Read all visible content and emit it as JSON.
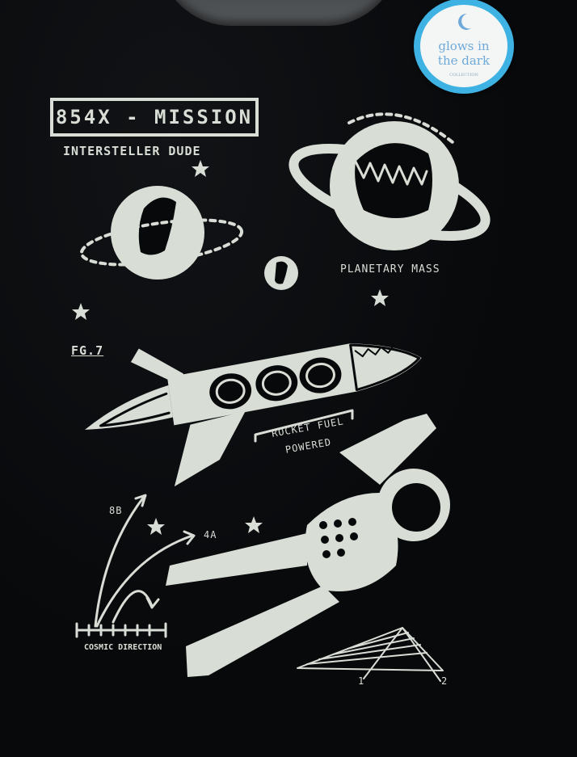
{
  "badge": {
    "text_line1": "glows in",
    "text_line2": "the dark",
    "fine_print": "COLLECTION",
    "color": "#3db2e3"
  },
  "print": {
    "title": "854X - MISSION",
    "subtitle": "INTERSTELLER DUDE",
    "planet_label": "PLANETARY MASS",
    "figure_label": "FG.7",
    "rocket_label_line1": "ROCKET FUEL",
    "rocket_label_line2": "POWERED",
    "arrow_label_a": "8B",
    "arrow_label_b": "4A",
    "scale_label": "COSMIC DIRECTION",
    "axis_label_1": "1",
    "axis_label_2": "2",
    "ink_color": "#d8ddd6"
  }
}
